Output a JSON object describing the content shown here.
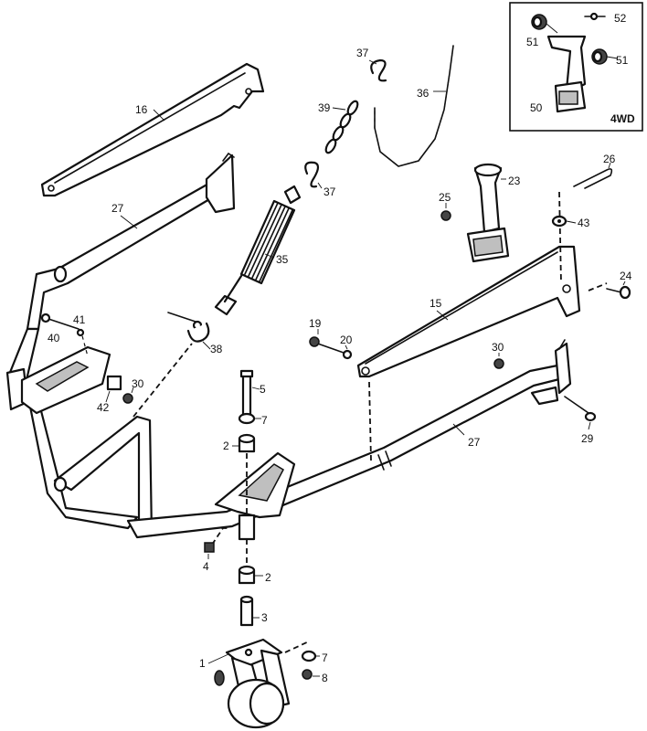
{
  "callouts": {
    "c1": "1",
    "c2a": "2",
    "c2b": "2",
    "c3": "3",
    "c4": "4",
    "c5": "5",
    "c7a": "7",
    "c7b": "7",
    "c8": "8",
    "c15": "15",
    "c16": "16",
    "c19": "19",
    "c20": "20",
    "c23": "23",
    "c24": "24",
    "c25": "25",
    "c26": "26",
    "c27a": "27",
    "c27b": "27",
    "c29": "29",
    "c30a": "30",
    "c30b": "30",
    "c35": "35",
    "c36": "36",
    "c37a": "37",
    "c37b": "37",
    "c38": "38",
    "c39": "39",
    "c40": "40",
    "c41": "41",
    "c42": "42",
    "c43": "43",
    "c50": "50",
    "c51a": "51",
    "c51b": "51",
    "c52": "52"
  },
  "inset": {
    "badge": "4WD"
  }
}
